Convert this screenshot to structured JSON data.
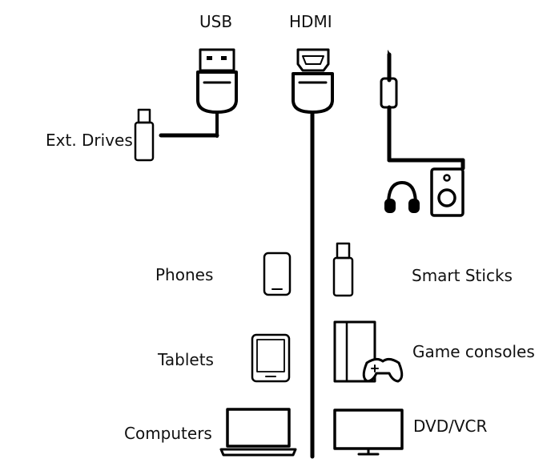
{
  "connectors": {
    "usb_label": "USB",
    "hdmi_label": "HDMI"
  },
  "devices": {
    "ext_drives": "Ext. Drives",
    "phones": "Phones",
    "tablets": "Tablets",
    "computers": "Computers",
    "smart_sticks": "Smart Sticks",
    "game_consoles": "Game consoles",
    "dvd_vcr": "DVD/VCR"
  },
  "icons": [
    "usb-plug-icon",
    "hdmi-plug-icon",
    "audio-jack-icon",
    "usb-drive-icon",
    "headphones-icon",
    "speaker-icon",
    "phone-icon",
    "smart-stick-icon",
    "tablet-icon",
    "game-console-icon",
    "gamepad-icon",
    "laptop-icon",
    "monitor-icon"
  ],
  "colors": {
    "stroke": "#000000",
    "background": "#ffffff"
  }
}
